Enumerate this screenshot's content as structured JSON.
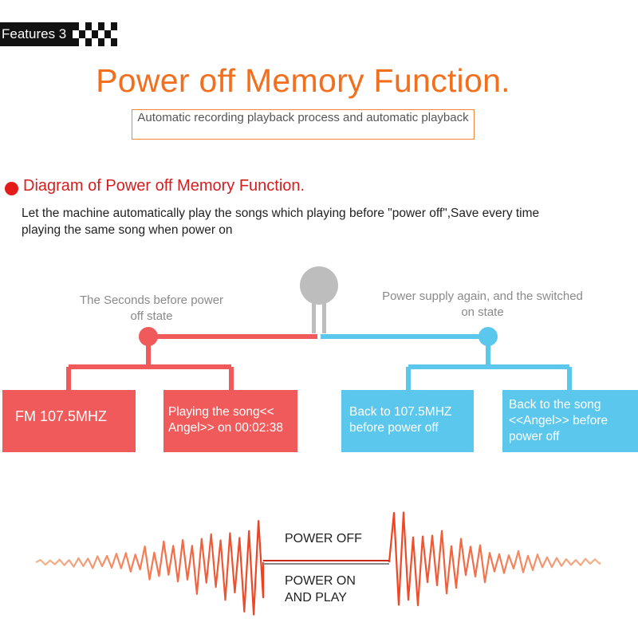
{
  "feature_tag": {
    "label": "Features 3"
  },
  "title": "Power off Memory Function.",
  "subtitle": "Automatic recording playback process and automatic playback",
  "section": {
    "title": "Diagram of Power off Memory Function.",
    "description": "Let the machine automatically play the songs which playing before \"power off\",Save every time playing the same song when power on"
  },
  "diagram": {
    "left_caption": "The Seconds before power off state",
    "right_caption": "Power supply again, and the switched on state",
    "left_boxes": [
      "FM 107.5MHZ",
      "Playing the song<< Angel>> on 00:02:38"
    ],
    "right_boxes": [
      "Back to 107.5MHZ before power off",
      "Back to the song <<Angel>> before power off"
    ]
  },
  "waveform": {
    "power_off_label": "POWER OFF",
    "power_on_label": "POWER ON AND PLAY"
  },
  "colors": {
    "orange": "#f26f1e",
    "red": "#f05a5a",
    "blue": "#5bc7ec",
    "gray": "#bdbdbd"
  }
}
